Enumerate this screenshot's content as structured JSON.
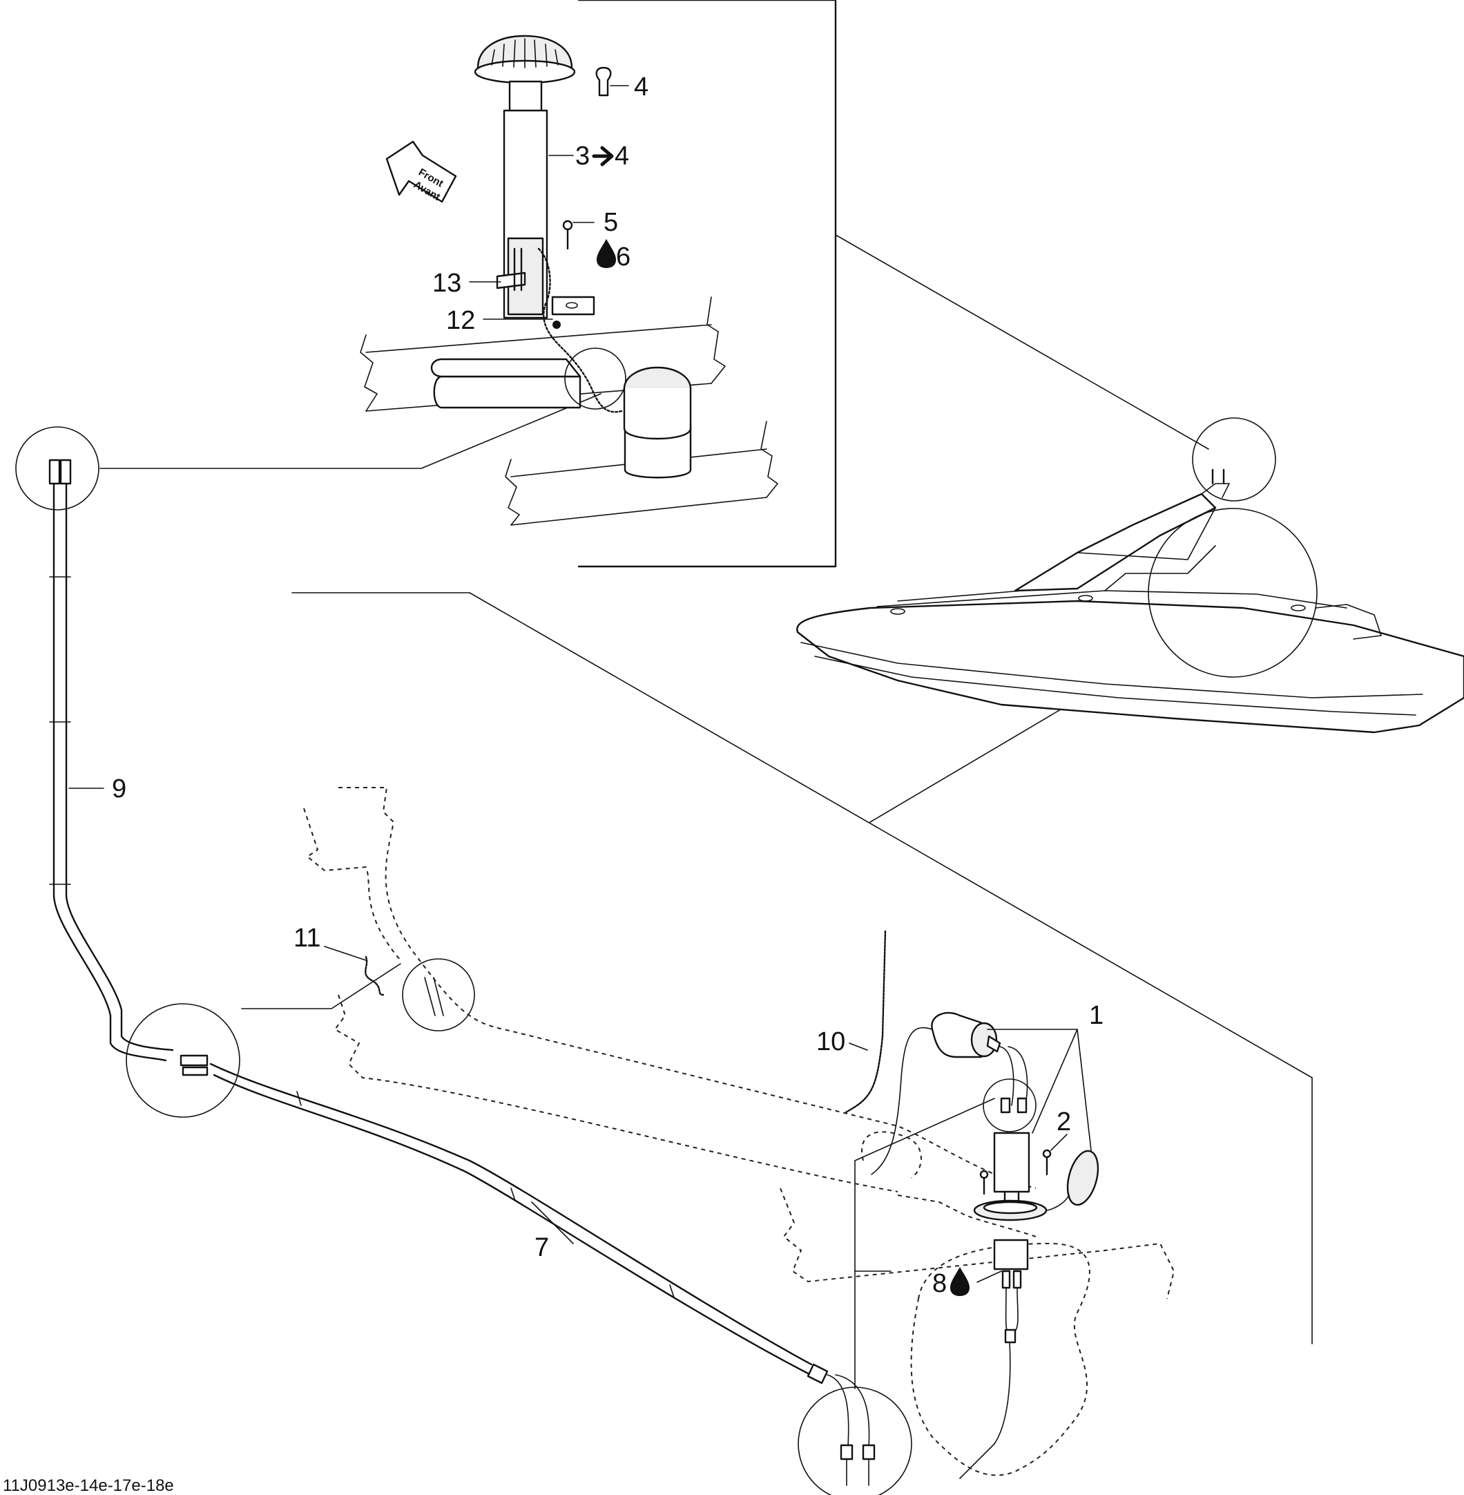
{
  "callouts": {
    "c1": "1",
    "c2": "2",
    "c3": "3",
    "c3_target": "4",
    "c4": "4",
    "c5": "5",
    "c6": "6",
    "c7": "7",
    "c8": "8",
    "c9": "9",
    "c10": "10",
    "c11": "11",
    "c12": "12",
    "c13": "13"
  },
  "direction_arrow": {
    "line1": "Front",
    "line2": "Avant"
  },
  "icons": {
    "arrow": "right-arrow-icon",
    "adhesive": "drop-icon"
  },
  "drawing_number": "11J0913e-14e-17e-18e"
}
